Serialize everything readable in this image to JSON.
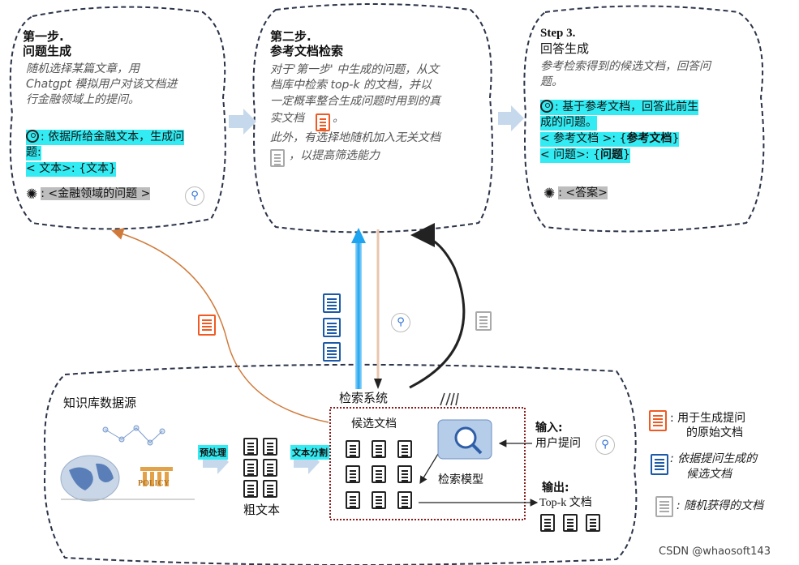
{
  "step1": {
    "title_line1": "第一步.",
    "title_line2": "问题生成",
    "desc_line1": "随机选择某篇文章，用",
    "desc_line2": "Chatgpt 模拟用户对该文档进",
    "desc_line3": "行金融领域上的提问。",
    "prompt_line1": ": 依据所给金融文本，生成问",
    "prompt_line2": "题:",
    "prompt_line3": "< 文本>: {文本}",
    "output": ": <金融领域的问题 >"
  },
  "step2": {
    "title_line1": "第二步.",
    "title_line2": "参考文档检索",
    "desc_line1": "对于'第一步' 中生成的问题，从文",
    "desc_line2": "档库中检索 top-k 的文档，并以",
    "desc_line3": "一定概率整合生成问题时用到的真",
    "desc_line4": "实文档",
    "desc_line4_end": "。",
    "desc_line5": "此外，有选择地随机加入无关文档",
    "desc_line6": "，以提高筛选能力"
  },
  "step3": {
    "title_line1": "Step 3.",
    "title_line2": "回答生成",
    "desc_line1": "参考检索得到的候选文档，回答问",
    "desc_line2": "题。",
    "prompt_line1": ": 基于参考文档，回答此前生",
    "prompt_line2": "成的问题。",
    "prompt_line3_prefix": "< 参考文档 >: {",
    "prompt_line3_bold": "参考文档",
    "prompt_line3_suffix": "}",
    "prompt_line4_prefix": "< 问题>: {",
    "prompt_line4_bold": "问题",
    "prompt_line4_suffix": "}",
    "output": ": <答案>"
  },
  "bottom": {
    "kb_label": "知识库数据源",
    "policy_label": "POLICY",
    "preprocess_tag": "预处理",
    "split_tag": "文本分割",
    "raw_text_label": "粗文本",
    "retrieval_system_label": "检索系统",
    "candidate_docs_label": "候选文档",
    "retrieval_model_label": "检索模型",
    "input_label": "输入:",
    "input_value": "用户提问",
    "output_label": "输出:",
    "output_value": "Top-k 文档"
  },
  "legend": {
    "orange_line1": "用于生成提问",
    "orange_line2": "的原始文档",
    "blue_line1": "依据提问生成的",
    "blue_line2": "候选文档",
    "gray_line1": "随机获得的文档"
  },
  "watermark": "CSDN @whaosoft143",
  "colors": {
    "highlight": "#33ecf3",
    "orange": "#f05a22",
    "blue": "#1a5aa8",
    "retrieval_arrow": "#1fa4f0"
  }
}
